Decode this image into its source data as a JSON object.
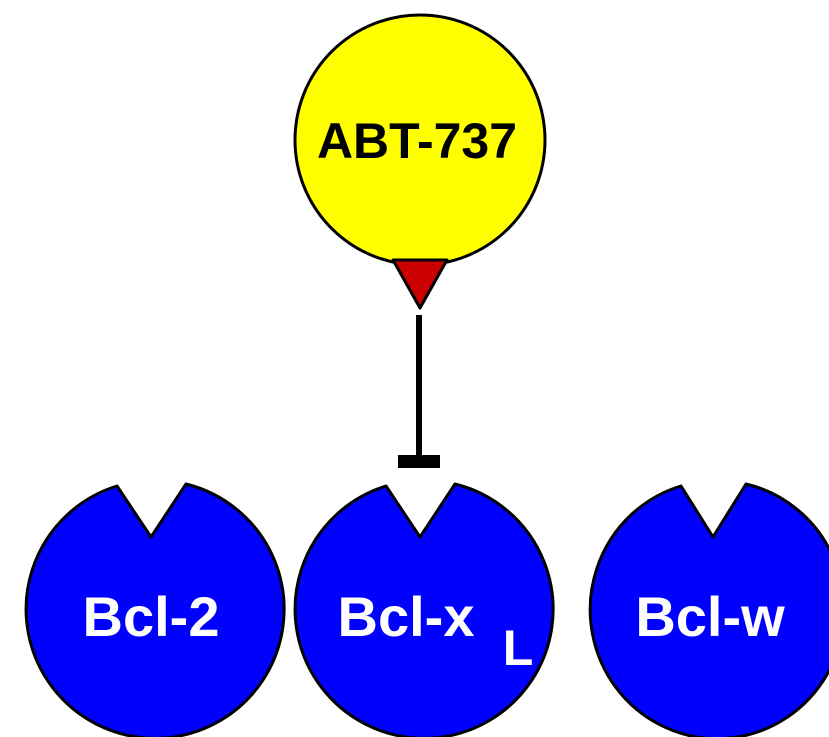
{
  "drug": {
    "name": "ABT-737",
    "fill": "#ffff00",
    "warhead_color": "#cc0000"
  },
  "inhibition": {
    "type": "inhibits"
  },
  "targets": [
    {
      "main": "Bcl-2",
      "sub": ""
    },
    {
      "main": "Bcl-x",
      "sub": "L"
    },
    {
      "main": "Bcl-w",
      "sub": ""
    }
  ],
  "colors": {
    "target_fill": "#0000ff",
    "target_text": "#ffffff",
    "outline": "#000000"
  }
}
